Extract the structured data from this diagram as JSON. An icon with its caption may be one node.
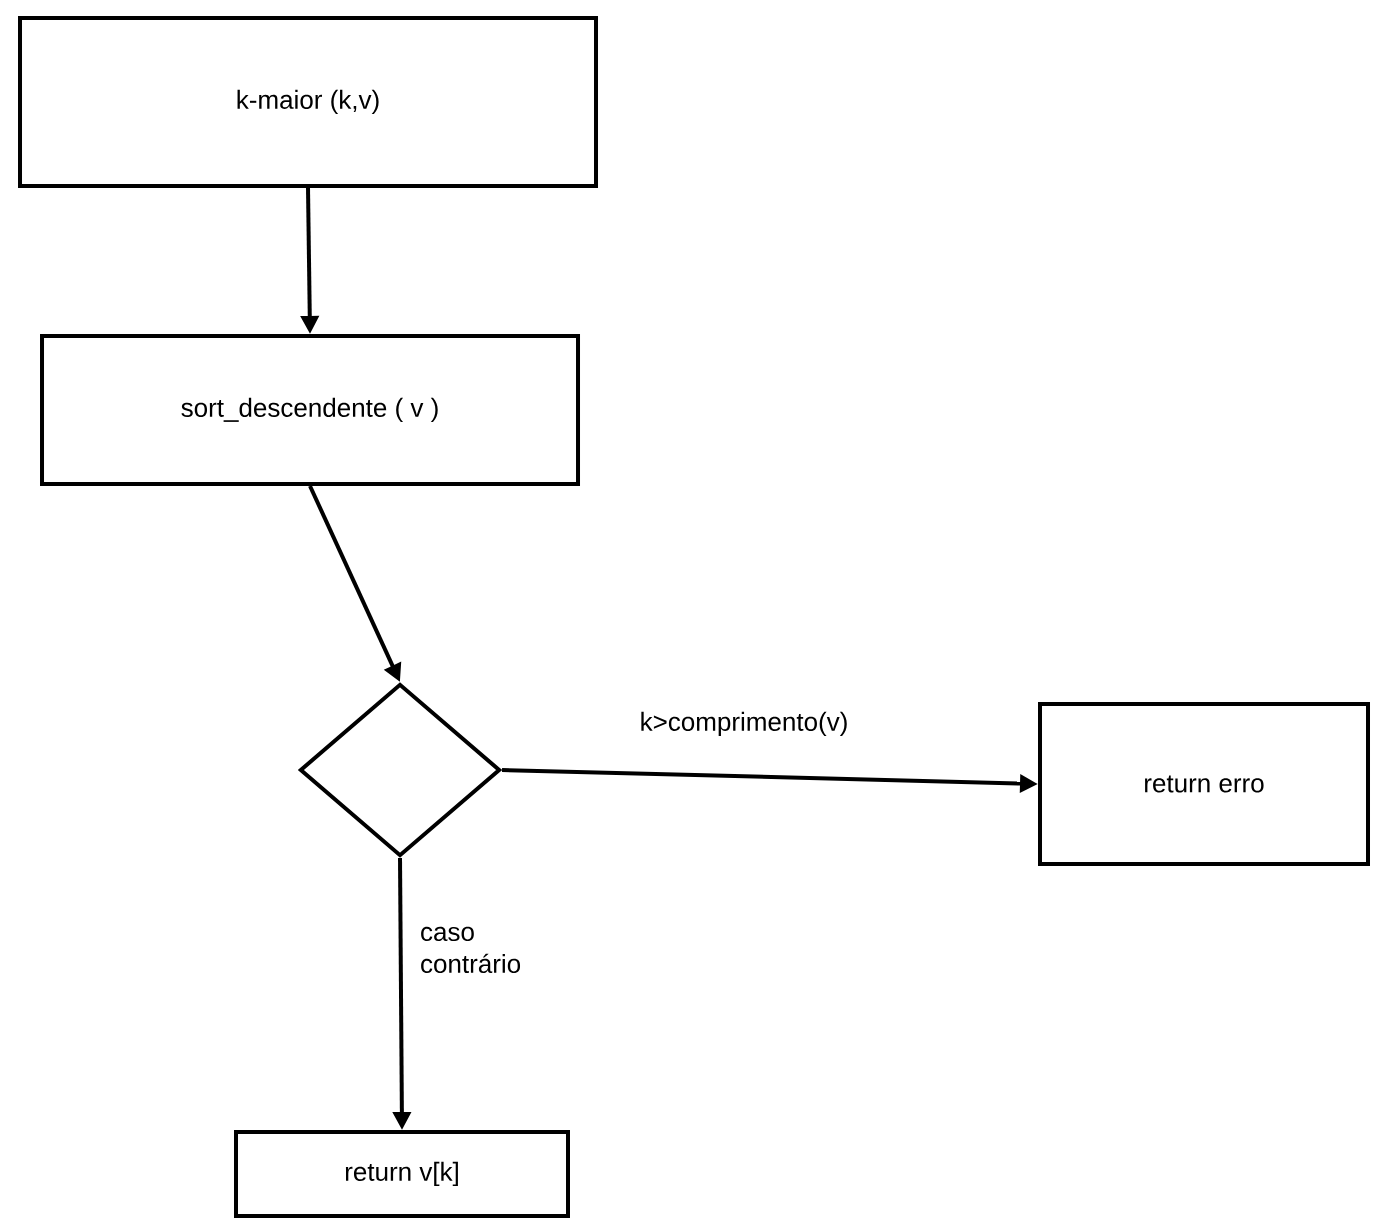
{
  "diagram": {
    "nodes": [
      {
        "text": [
          "k-maior (k,v)"
        ]
      },
      {
        "text": [
          "sort_descendente ( v )"
        ]
      },
      {
        "text": [],
        "shape": "diamond"
      },
      {
        "text": [
          "return erro"
        ]
      },
      {
        "text": [
          "return v[k]"
        ]
      }
    ],
    "edges": [
      {
        "from": 0,
        "to": 1,
        "arrow": "to"
      },
      {
        "from": 1,
        "to": 2,
        "arrow": "to"
      },
      {
        "from": 2,
        "to": 3,
        "arrow": "to",
        "label": "k>comprimento(v)"
      },
      {
        "from": 2,
        "to": 4,
        "arrow": "to",
        "label": "caso contrário"
      }
    ]
  }
}
